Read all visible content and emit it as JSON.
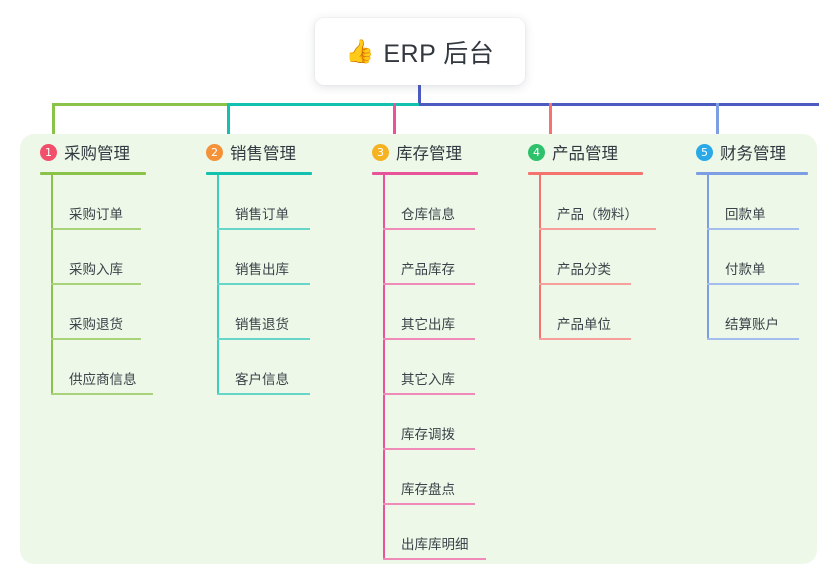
{
  "root": {
    "icon": "thumbs-up-icon",
    "icon_glyph": "👍",
    "title": "ERP 后台"
  },
  "palette": {
    "panel_bg": "#eef8e9",
    "page_bg": "#ffffff",
    "trunk": "#4c5bc0",
    "branch_green": "#8bc34a",
    "branch_teal": "#13c1ae",
    "branch_blue": "#4c5bc0",
    "col1": "#8bc34a",
    "col2": "#13c1ae",
    "col3": "#e8549a",
    "col4": "#f4736e",
    "col5": "#7e9ee3",
    "badge1": "#f2506a",
    "badge2": "#f4923a",
    "badge3": "#f5b323",
    "badge4": "#2ec16b",
    "badge5": "#29a9e8"
  },
  "columns": [
    {
      "index": "1",
      "badge_color": "#f2506a",
      "line_color": "#8bc34a",
      "title": "采购管理",
      "items": [
        {
          "label": "采购订单"
        },
        {
          "label": "采购入库"
        },
        {
          "label": "采购退货"
        },
        {
          "label": "供应商信息"
        }
      ]
    },
    {
      "index": "2",
      "badge_color": "#f4923a",
      "line_color": "#13c1ae",
      "title": "销售管理",
      "items": [
        {
          "label": "销售订单"
        },
        {
          "label": "销售出库"
        },
        {
          "label": "销售退货"
        },
        {
          "label": "客户信息"
        }
      ]
    },
    {
      "index": "3",
      "badge_color": "#f5b323",
      "line_color": "#e8549a",
      "title": "库存管理",
      "items": [
        {
          "label": "仓库信息"
        },
        {
          "label": "产品库存"
        },
        {
          "label": "其它出库"
        },
        {
          "label": "其它入库"
        },
        {
          "label": "库存调拨"
        },
        {
          "label": "库存盘点"
        },
        {
          "label": "出库库明细"
        }
      ]
    },
    {
      "index": "4",
      "badge_color": "#2ec16b",
      "line_color": "#f4736e",
      "title": "产品管理",
      "items": [
        {
          "label": "产品（物料）"
        },
        {
          "label": "产品分类"
        },
        {
          "label": "产品单位"
        }
      ]
    },
    {
      "index": "5",
      "badge_color": "#29a9e8",
      "line_color": "#7e9ee3",
      "title": "财务管理",
      "items": [
        {
          "label": "回款单"
        },
        {
          "label": "付款单"
        },
        {
          "label": "结算账户"
        }
      ]
    }
  ]
}
